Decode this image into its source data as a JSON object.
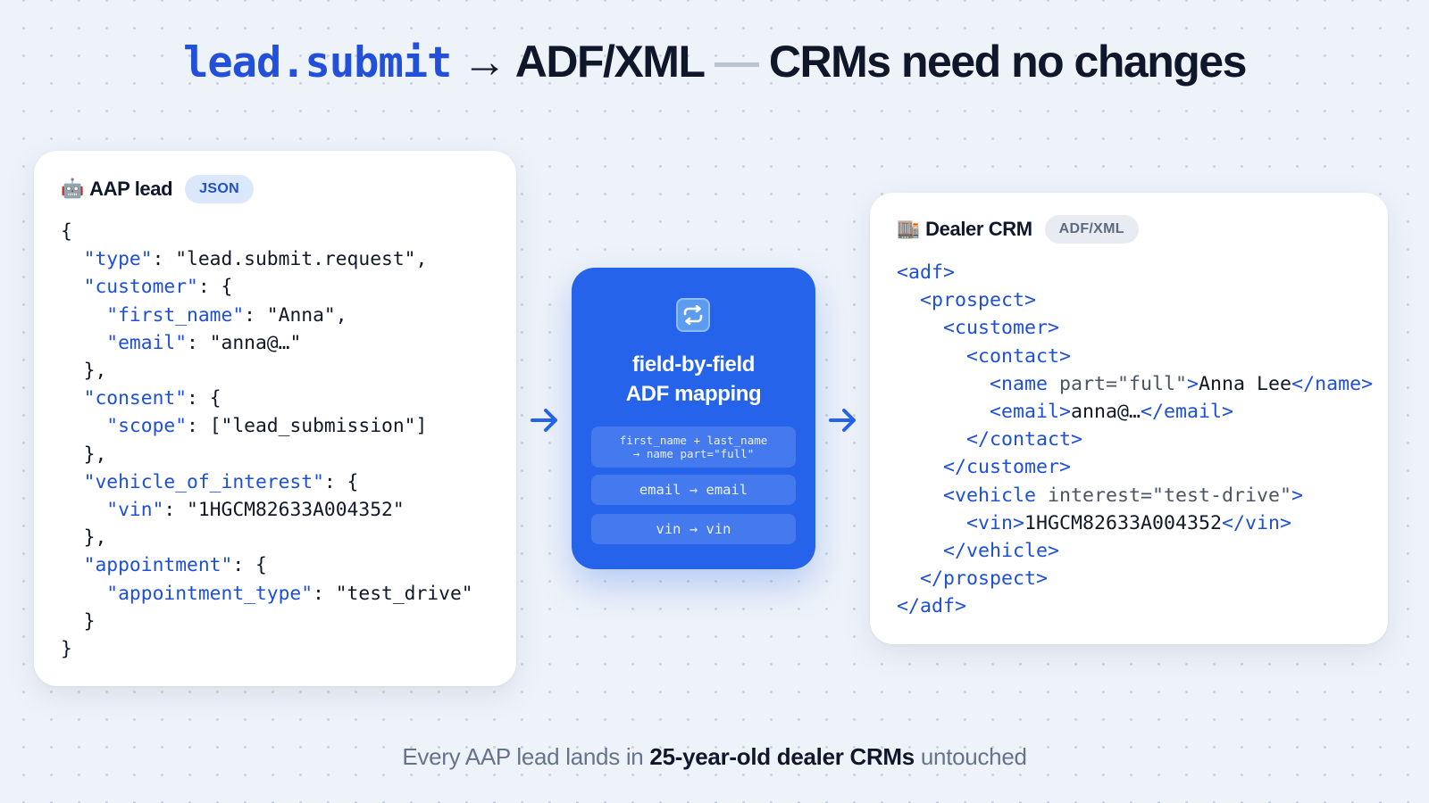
{
  "headline": {
    "code": "lead.submit",
    "arrow": "→",
    "format": "ADF/XML",
    "dash": "—",
    "rest": "CRMs need no changes"
  },
  "source_card": {
    "icon": "🤖",
    "icon_name": "robot-icon",
    "title": "AAP lead",
    "badge": "JSON",
    "code_lines": [
      [
        {
          "t": "{",
          "c": "p"
        }
      ],
      [
        {
          "t": "  \"type\"",
          "c": "k"
        },
        {
          "t": ": \"lead.submit.request\",",
          "c": "p"
        }
      ],
      [
        {
          "t": "  \"customer\"",
          "c": "k"
        },
        {
          "t": ": {",
          "c": "p"
        }
      ],
      [
        {
          "t": "    \"first_name\"",
          "c": "k"
        },
        {
          "t": ": \"Anna\",",
          "c": "p"
        }
      ],
      [
        {
          "t": "    \"email\"",
          "c": "k"
        },
        {
          "t": ": \"anna@…\"",
          "c": "p"
        }
      ],
      [
        {
          "t": "  },",
          "c": "p"
        }
      ],
      [
        {
          "t": "  \"consent\"",
          "c": "k"
        },
        {
          "t": ": {",
          "c": "p"
        }
      ],
      [
        {
          "t": "    \"scope\"",
          "c": "k"
        },
        {
          "t": ": [\"lead_submission\"]",
          "c": "p"
        }
      ],
      [
        {
          "t": "  },",
          "c": "p"
        }
      ],
      [
        {
          "t": "  \"vehicle_of_interest\"",
          "c": "k"
        },
        {
          "t": ": {",
          "c": "p"
        }
      ],
      [
        {
          "t": "    \"vin\"",
          "c": "k"
        },
        {
          "t": ": \"1HGCM82633A004352\"",
          "c": "p"
        }
      ],
      [
        {
          "t": "  },",
          "c": "p"
        }
      ],
      [
        {
          "t": "  \"appointment\"",
          "c": "k"
        },
        {
          "t": ": {",
          "c": "p"
        }
      ],
      [
        {
          "t": "    \"appointment_type\"",
          "c": "k"
        },
        {
          "t": ": \"test_drive\"",
          "c": "p"
        }
      ],
      [
        {
          "t": "  }",
          "c": "p"
        }
      ],
      [
        {
          "t": "}",
          "c": "p"
        }
      ]
    ]
  },
  "mapper": {
    "icon_name": "repeat-arrows-icon",
    "title_line1": "field-by-field",
    "title_line2": "ADF mapping",
    "rules": [
      {
        "line1": "first_name + last_name",
        "line2": "→ name part=\"full\""
      },
      {
        "line1": "email → email"
      },
      {
        "line1": "vin → vin"
      }
    ]
  },
  "target_card": {
    "icon": "🏬",
    "icon_name": "building-icon",
    "title": "Dealer CRM",
    "badge": "ADF/XML",
    "code_lines": [
      [
        {
          "t": "<adf>",
          "c": "t"
        }
      ],
      [
        {
          "t": "  <prospect>",
          "c": "t"
        }
      ],
      [
        {
          "t": "    <customer>",
          "c": "t"
        }
      ],
      [
        {
          "t": "      <contact>",
          "c": "t"
        }
      ],
      [
        {
          "t": "        <name",
          "c": "t"
        },
        {
          "t": " part=\"full\"",
          "c": "a"
        },
        {
          "t": ">",
          "c": "t"
        },
        {
          "t": "Anna Lee",
          "c": "p"
        },
        {
          "t": "</name>",
          "c": "t"
        }
      ],
      [
        {
          "t": "        <email>",
          "c": "t"
        },
        {
          "t": "anna@…",
          "c": "p"
        },
        {
          "t": "</email>",
          "c": "t"
        }
      ],
      [
        {
          "t": "      </contact>",
          "c": "t"
        }
      ],
      [
        {
          "t": "    </customer>",
          "c": "t"
        }
      ],
      [
        {
          "t": "    <vehicle",
          "c": "t"
        },
        {
          "t": " interest=\"test-drive\"",
          "c": "a"
        },
        {
          "t": ">",
          "c": "t"
        }
      ],
      [
        {
          "t": "      <vin>",
          "c": "t"
        },
        {
          "t": "1HGCM82633A004352",
          "c": "p"
        },
        {
          "t": "</vin>",
          "c": "t"
        }
      ],
      [
        {
          "t": "    </vehicle>",
          "c": "t"
        }
      ],
      [
        {
          "t": "  </prospect>",
          "c": "t"
        }
      ],
      [
        {
          "t": "</adf>",
          "c": "t"
        }
      ]
    ]
  },
  "footnote": {
    "prefix": "Every AAP lead lands in",
    "emphasis": "25-year-old dealer CRMs",
    "suffix": "untouched"
  },
  "colors": {
    "accent": "#2563eb",
    "code_key": "#1e4fd8",
    "text": "#0f172a",
    "muted": "#64748b"
  }
}
